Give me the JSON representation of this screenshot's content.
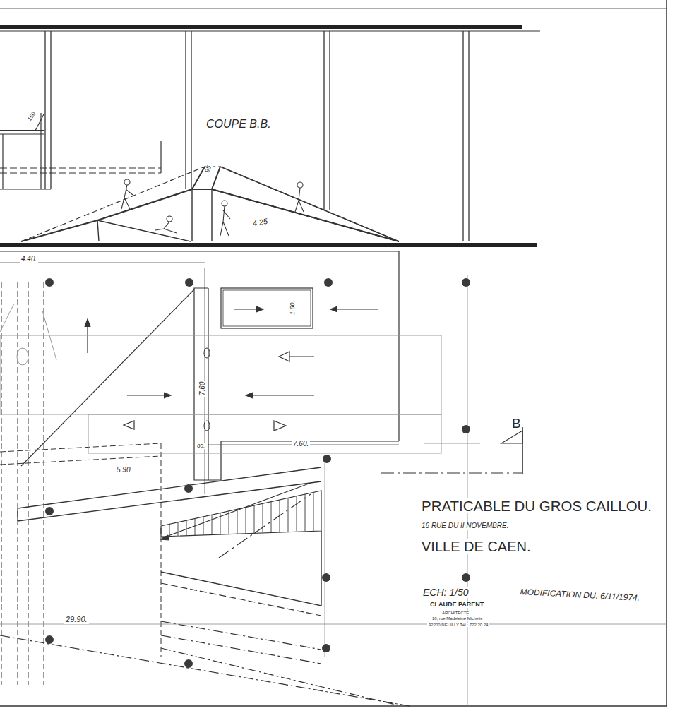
{
  "diagram": {
    "title": "PRATICABLE DU GROS CAILLOU.",
    "labels": [
      "COUPE B.B.",
      "95",
      "4.25",
      "150",
      "4.40.",
      "1.60.",
      "7.60",
      "60.",
      "7.60.",
      "5.90.",
      "29.90.",
      "B",
      "16 RUE DU II NOVEMBRE.",
      "VILLE DE CAEN.",
      "ECH: 1/50",
      "MODIFICATION DU. 6/11/1974.",
      "CLAUDE PARENT",
      "ARCHITECTE",
      "16, rue Madeleine Michelis",
      "92200 NEUILLY Tél : 722.20.24"
    ]
  }
}
